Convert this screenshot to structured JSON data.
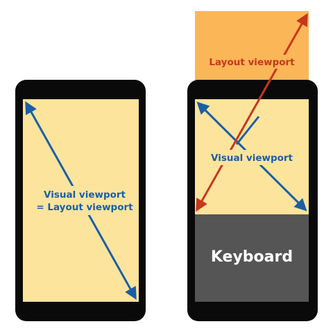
{
  "left_phone": {
    "label_line1": "Visual viewport",
    "label_line2": "= Layout viewport"
  },
  "right_phone": {
    "layout_viewport_label": "Layout viewport",
    "visual_viewport_label": "Visual viewport",
    "keyboard_label": "Keyboard"
  },
  "colors": {
    "phone_body": "#0a0a0a",
    "screen": "#fde49c",
    "layout_overflow": "#fbb657",
    "keyboard": "#555555",
    "visual_arrow": "#1a5ea8",
    "layout_arrow": "#c8361c",
    "keyboard_text": "#ffffff"
  }
}
